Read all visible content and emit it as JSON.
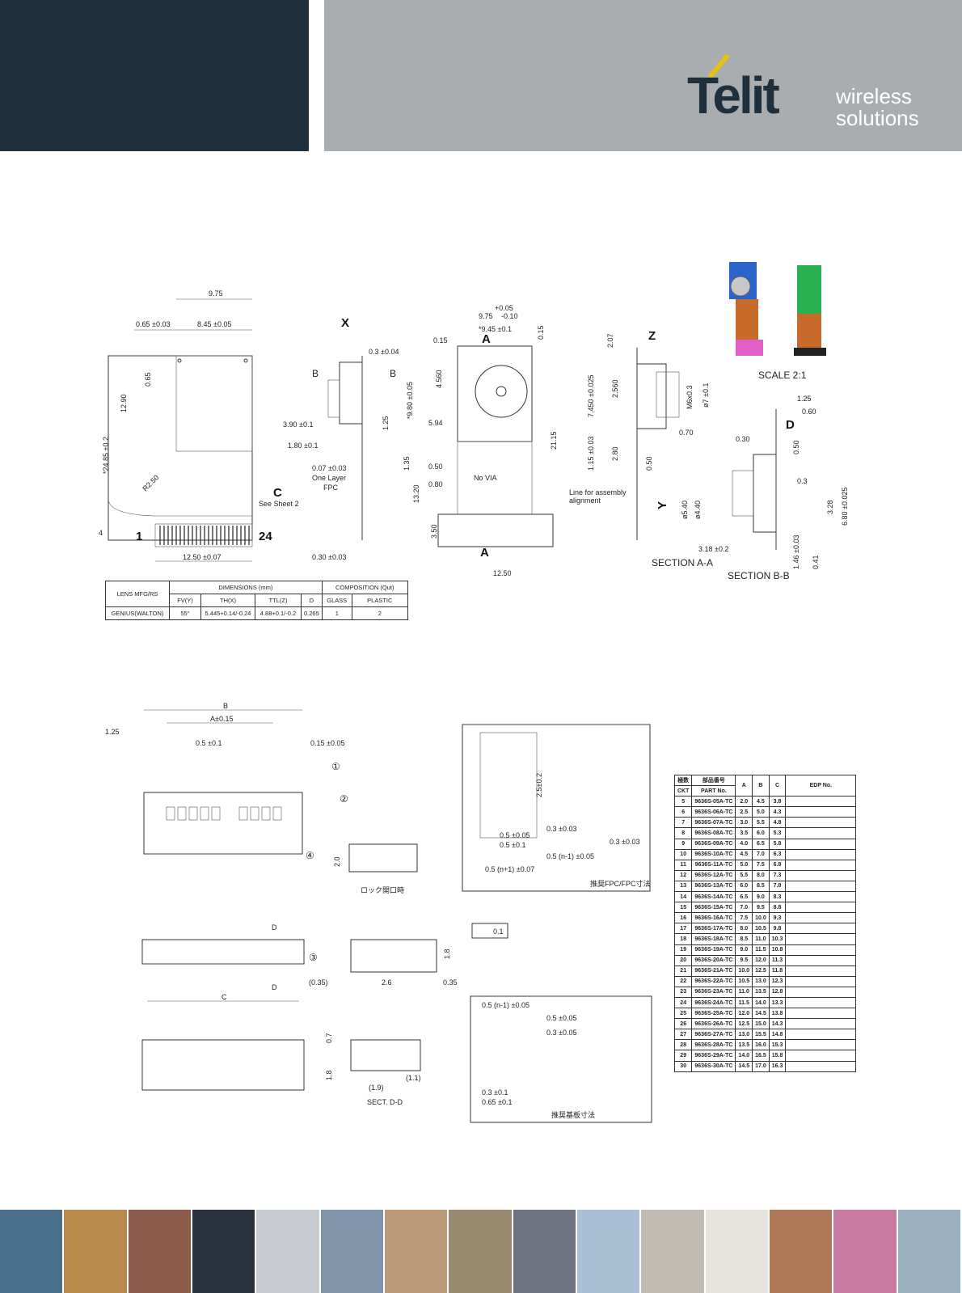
{
  "header": {
    "logo_text": "Telit",
    "tagline_1": "wireless",
    "tagline_2": "solutions",
    "colors": {
      "dark": "#1e2f3e",
      "grey": "#a9adb0",
      "accent": "#e5c316"
    }
  },
  "camera_drawing": {
    "left_view": {
      "dim_top": "9.75",
      "dim_offset": "0.65 ±0.03",
      "dim_pitch": "8.45 ±0.05",
      "dim_065": "0.65",
      "dim_1290": "12.90",
      "dim_total": "*24.85 ±0.2",
      "dim_radius": "R2.50",
      "dim_4": "4",
      "dim_width": "12.50 ±0.07",
      "pin_first": "1",
      "pin_last": "24",
      "callout_c": "C",
      "callout_note": "See Sheet 2"
    },
    "side_view": {
      "label_x": "X",
      "label_b1": "B",
      "label_b2": "B",
      "dim_03": "0.3 ±0.04",
      "dim_390": "3.90 ±0.1",
      "dim_125": "1.25",
      "dim_180": "1.80 ±0.1",
      "dim_007": "0.07 ±0.03",
      "fpc_1": "One Layer",
      "fpc_2": "FPC",
      "dim_030": "0.30 ±0.03"
    },
    "front_view": {
      "tol_plus": "+0.05",
      "dim_975": "9.75",
      "tol_minus": "-0.10",
      "dim_945": "*9.45 ±0.1",
      "dim_015a": "0.15",
      "dim_015b": "0.15",
      "label_a1": "A",
      "label_a2": "A",
      "dim_4560": "4.560",
      "dim_980": "*9.80 ±0.05",
      "dim_594": "5.94",
      "dim_2115": "21.15",
      "dim_135": "1.35",
      "dim_050": "0.50",
      "dim_080": "0.80",
      "no_via": "No VIA",
      "dim_1320": "13.20",
      "dim_350": "3.50",
      "dim_1250": "12.50",
      "note_1": "Line for assembly",
      "note_2": "alignment"
    },
    "section_aa": {
      "label_z": "Z",
      "dim_207": "2.07",
      "dim_7450": "7.450 ±0.025",
      "dim_2560": "2.560",
      "dim_thread": "M6x0.3",
      "dim_phi7": "ø7 ±0.1",
      "dim_115": "1.15 ±0.03",
      "dim_280": "2.80",
      "dim_050": "0.50",
      "dim_070": "0.70",
      "label_y": "Y",
      "dim_540": "ø5.40",
      "dim_440": "ø4.40",
      "dim_318": "3.18 ±0.2",
      "title": "SECTION A-A"
    },
    "section_bb": {
      "scale": "SCALE 2:1",
      "dim_125": "1.25",
      "dim_060": "0.60",
      "label_d": "D",
      "dim_030": "0.30",
      "dim_050": "0.50",
      "dim_03": "0.3",
      "dim_328": "3.28",
      "dim_680": "6.80 ±0.025",
      "dim_146": "1.46 ±0.03",
      "dim_041": "0.41",
      "title": "SECTION B-B"
    }
  },
  "spec_table": {
    "h_lens": "LENS MFG/RS",
    "h_dim": "DIMENSIONS (mm)",
    "h_comp": "COMPOSITION (Qut)",
    "h_fv": "FV(Y)",
    "h_th": "TH(X)",
    "h_ttl": "TTL(Z)",
    "h_d": "D",
    "h_glass": "GLASS",
    "h_plastic": "PLASTIC",
    "r_lens": "GENIUS(WALTON)",
    "r_fv": "55°",
    "r_th": "5.445+0.14/-0.24",
    "r_ttl": "4.88+0.1/-0.2",
    "r_d": "0.265",
    "r_glass": "1",
    "r_plastic": "2"
  },
  "connector_drawing": {
    "dim_b": "B",
    "dim_125": "1.25",
    "dim_a": "A±0.15",
    "dim_pitch": "0.5 ±0.1",
    "dim_015": "0.15 ±0.05",
    "c1": "①",
    "c2": "②",
    "c3": "③",
    "c4": "④",
    "dim_20": "2.0",
    "lock_note": "ロック開口時",
    "dim_d1": "D",
    "dim_d2": "D",
    "dim_c": "C",
    "dim_035p": "(0.35)",
    "dim_26": "2.6",
    "dim_035": "0.35",
    "dim_18": "1.8",
    "flat_tol": "0.1",
    "dim_07": "0.7",
    "dim_18b": "1.8",
    "dim_19": "(1.9)",
    "dim_11": "(1.1)",
    "sect": "SECT. D-D",
    "fpc_title": "推奨FPC/FPC寸法",
    "fpc_d1": "0.5 ±0.05",
    "fpc_d2": "0.5 ±0.1",
    "fpc_d3": "0.3 ±0.03",
    "fpc_d4": "0.5 (n-1) ±0.05",
    "fpc_d5": "0.5 (n+1) ±0.07",
    "fpc_d6": "0.3 ±0.03",
    "fpc_d7": "2.5±0.2",
    "pcb_title": "推奨基板寸法",
    "pcb_d1": "0.5 (n-1) ±0.05",
    "pcb_d2": "0.5 ±0.05",
    "pcb_d3": "0.3 ±0.05",
    "pcb_d4": "0.3 ±0.1",
    "pcb_d5": "0.65 ±0.1"
  },
  "connector_table": {
    "headers": [
      "極数",
      "部品番号",
      "A",
      "B",
      "C",
      "EDP No."
    ],
    "subheaders": [
      "CKT",
      "PART No."
    ],
    "rows": [
      [
        "5",
        "9636S-05A-TC",
        "2.0",
        "4.5",
        "3.8"
      ],
      [
        "6",
        "9636S-06A-TC",
        "2.5",
        "5.0",
        "4.3"
      ],
      [
        "7",
        "9636S-07A-TC",
        "3.0",
        "5.5",
        "4.8"
      ],
      [
        "8",
        "9636S-08A-TC",
        "3.5",
        "6.0",
        "5.3"
      ],
      [
        "9",
        "9636S-09A-TC",
        "4.0",
        "6.5",
        "5.8"
      ],
      [
        "10",
        "9636S-10A-TC",
        "4.5",
        "7.0",
        "6.3"
      ],
      [
        "11",
        "9636S-11A-TC",
        "5.0",
        "7.5",
        "6.8"
      ],
      [
        "12",
        "9636S-12A-TC",
        "5.5",
        "8.0",
        "7.3"
      ],
      [
        "13",
        "9636S-13A-TC",
        "6.0",
        "8.5",
        "7.8"
      ],
      [
        "14",
        "9636S-14A-TC",
        "6.5",
        "9.0",
        "8.3"
      ],
      [
        "15",
        "9636S-15A-TC",
        "7.0",
        "9.5",
        "8.8"
      ],
      [
        "16",
        "9636S-16A-TC",
        "7.5",
        "10.0",
        "9.3"
      ],
      [
        "17",
        "9636S-17A-TC",
        "8.0",
        "10.5",
        "9.8"
      ],
      [
        "18",
        "9636S-18A-TC",
        "8.5",
        "11.0",
        "10.3"
      ],
      [
        "19",
        "9636S-19A-TC",
        "9.0",
        "11.5",
        "10.8"
      ],
      [
        "20",
        "9636S-20A-TC",
        "9.5",
        "12.0",
        "11.3"
      ],
      [
        "21",
        "9636S-21A-TC",
        "10.0",
        "12.5",
        "11.8"
      ],
      [
        "22",
        "9636S-22A-TC",
        "10.5",
        "13.0",
        "12.3"
      ],
      [
        "23",
        "9636S-23A-TC",
        "11.0",
        "13.5",
        "12.8"
      ],
      [
        "24",
        "9636S-24A-TC",
        "11.5",
        "14.0",
        "13.3"
      ],
      [
        "25",
        "9636S-25A-TC",
        "12.0",
        "14.5",
        "13.8"
      ],
      [
        "26",
        "9636S-26A-TC",
        "12.5",
        "15.0",
        "14.3"
      ],
      [
        "27",
        "9636S-27A-TC",
        "13.0",
        "15.5",
        "14.8"
      ],
      [
        "28",
        "9636S-28A-TC",
        "13.5",
        "16.0",
        "15.3"
      ],
      [
        "29",
        "9636S-29A-TC",
        "14.0",
        "16.5",
        "15.8"
      ],
      [
        "30",
        "9636S-30A-TC",
        "14.5",
        "17.0",
        "16.3"
      ]
    ]
  },
  "footer": {
    "tile_colors": [
      "#4a6f8a",
      "#b68a4a",
      "#8a5a4a",
      "#2a3240",
      "#c8ccd0",
      "#7f94a8",
      "#b89a78",
      "#9a8a70",
      "#6c7280",
      "#a9c0d4",
      "#c0bcb4",
      "#e6e2dc",
      "#b07a5a",
      "#c87aa0",
      "#9ab0c0"
    ]
  }
}
